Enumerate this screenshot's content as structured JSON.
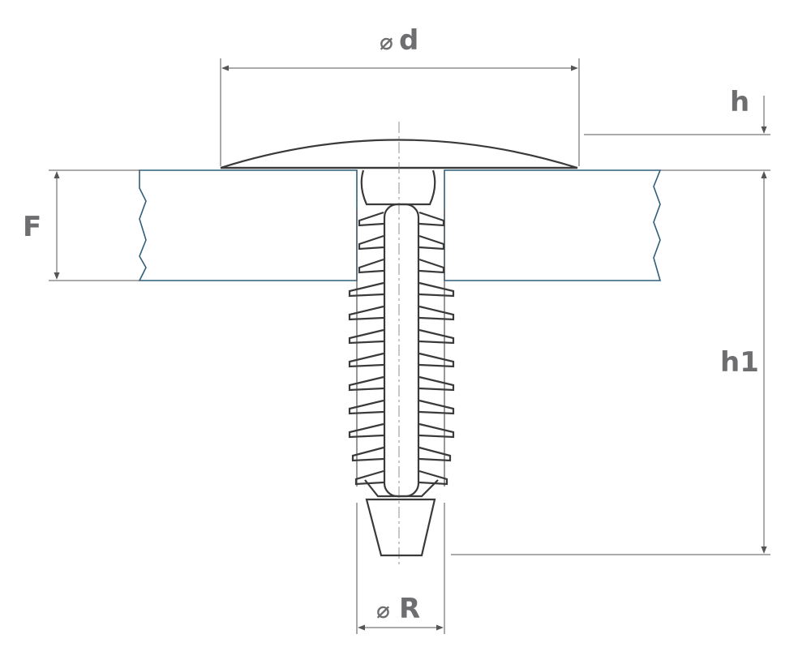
{
  "dimensions": {
    "diameter_head": {
      "symbol": "⌀",
      "letter": "d"
    },
    "diameter_shank": {
      "symbol": "⌀",
      "letter": "R"
    },
    "head_height": "h",
    "total_height": "h1",
    "panel_thickness": "F"
  },
  "colors": {
    "line": "#3a3a3a",
    "hatch": "#3b6e8c",
    "label": "#6e6e70",
    "background": "#ffffff"
  }
}
